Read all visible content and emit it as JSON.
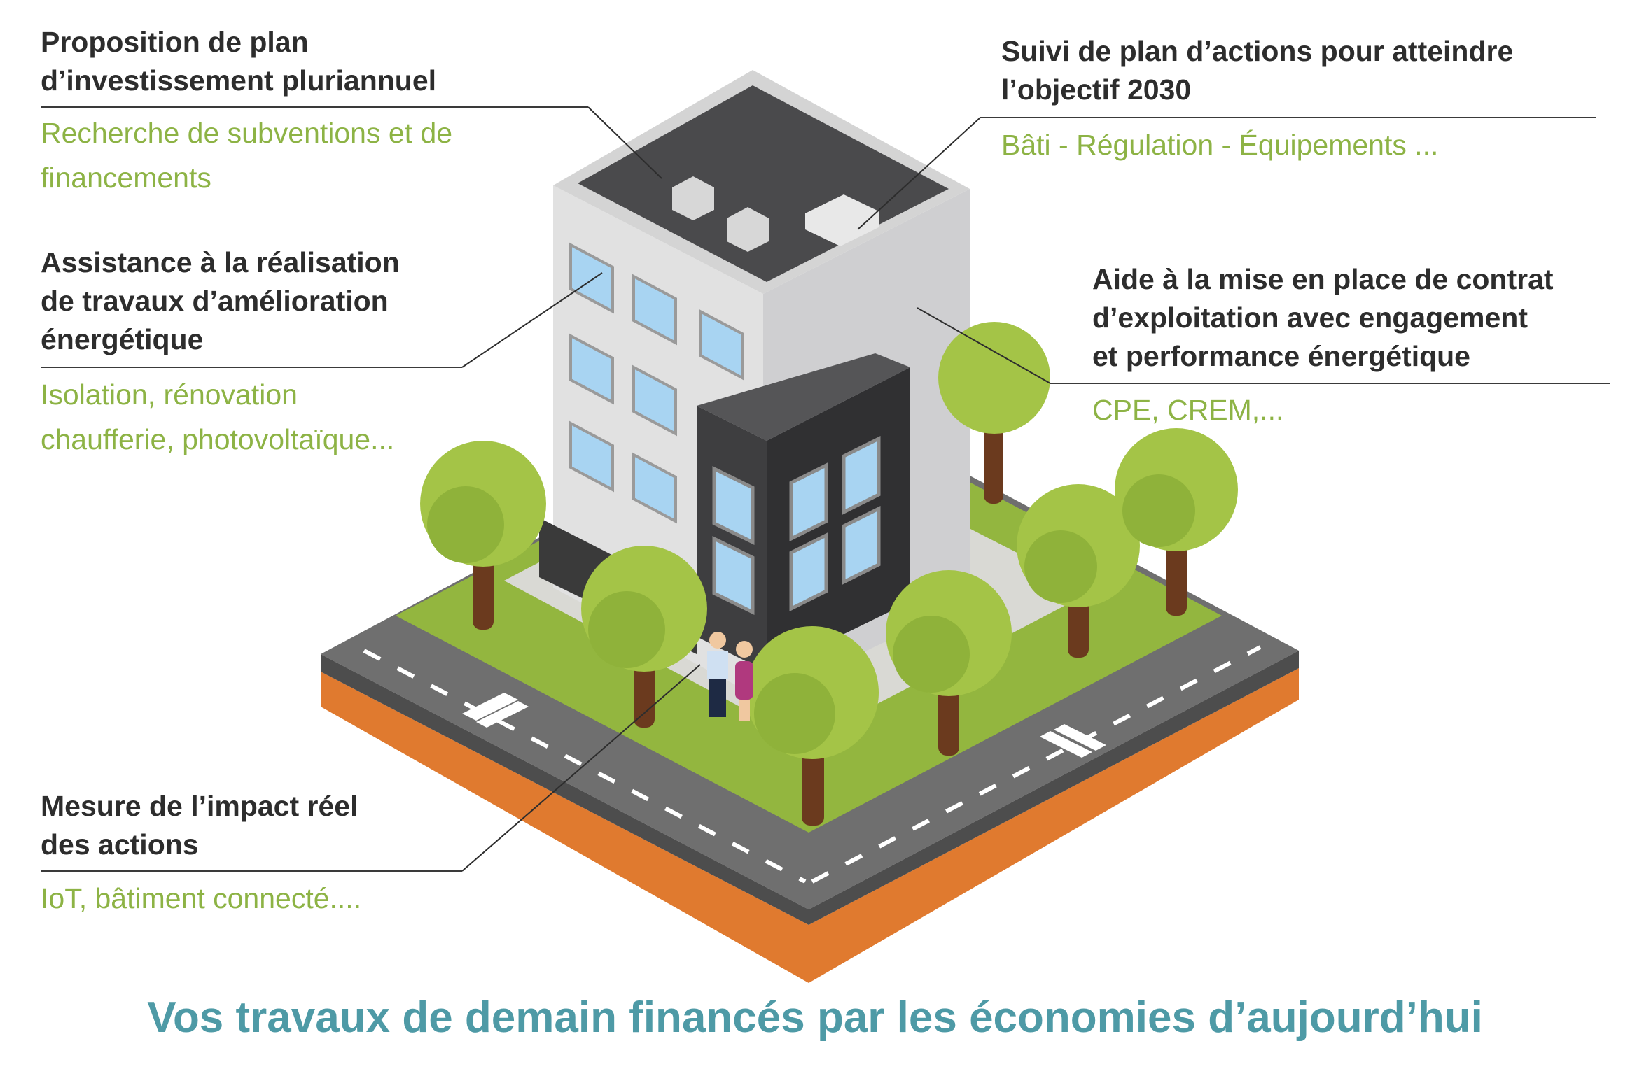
{
  "annotations": {
    "plan_invest": {
      "title": "Proposition de plan\nd’investissement pluriannuel",
      "detail": "Recherche de subventions et de\nfinancements"
    },
    "suivi_plan": {
      "title": "Suivi de plan d’actions pour atteindre\nl’objectif 2030",
      "detail": "Bâti - Régulation - Équipements ..."
    },
    "assistance_travaux": {
      "title": "Assistance à la réalisation\nde travaux d’amélioration\nénergétique",
      "detail": "Isolation, rénovation\nchaufferie, photovoltaïque..."
    },
    "contrat_exploitation": {
      "title": "Aide à la mise en place de contrat\nd’exploitation avec engagement\net performance énergétique",
      "detail": "CPE, CREM,..."
    },
    "mesure_impact": {
      "title": "Mesure de l’impact réel\ndes actions",
      "detail": "IoT, bâtiment connecté...."
    }
  },
  "caption": "Vos travaux de demain financés par les économies d’aujourd’hui",
  "colors": {
    "title_text": "#2d2d2d",
    "detail_text": "#8db345",
    "caption_text": "#4e9aa6",
    "grass": "#93b63f",
    "road": "#6f6f6f",
    "ground_edge": "#e07a2f",
    "tree_foliage": "#a4c447",
    "tree_trunk": "#6b3a1e",
    "building_light": "#e0e0e0",
    "building_dark": "#3e3e40",
    "window": "#a8d4f2"
  },
  "icons": [
    "isometric-building",
    "tree-icon",
    "people-figure"
  ]
}
